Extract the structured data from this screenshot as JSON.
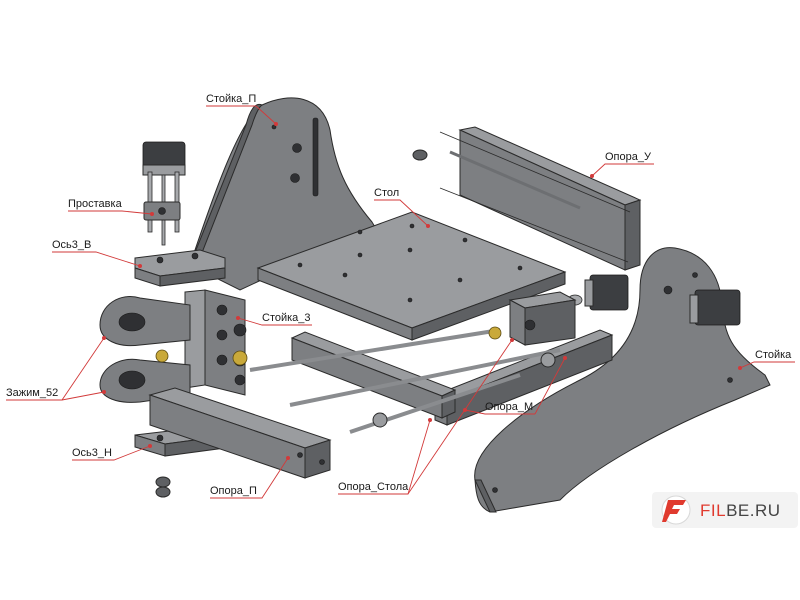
{
  "labels": {
    "stoyka_p": "Стойка_П",
    "prostavka": "Проставка",
    "os3_v": "Ось3_В",
    "stoyka_3": "Стойка_3",
    "zazhim_52": "Зажим_52",
    "os3_n": "Ось3_Н",
    "opora_p": "Опора_П",
    "stol": "Стол",
    "opora_u": "Опора_У",
    "stoyka": "Стойка",
    "opora_m": "Опора_М",
    "opora_stola": "Опора_Стола"
  },
  "watermark": {
    "text_accent": "FIL",
    "text_rest": "BE.RU"
  },
  "colors": {
    "leader": "#d23a3a",
    "metal": "#7d7f82",
    "brass": "#c9a93a",
    "watermark_accent": "#e03a2e"
  }
}
